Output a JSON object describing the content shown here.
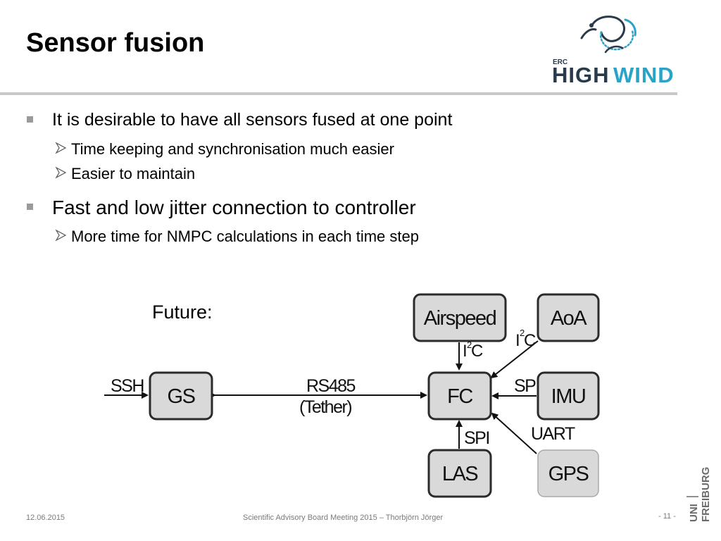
{
  "slide": {
    "title": "Sensor fusion"
  },
  "logo": {
    "small_text": "ERC",
    "text_dark": "HIGH",
    "text_blue": "WIND",
    "name": "highwind-logo"
  },
  "bullets": [
    {
      "text": "It is desirable to have all sensors fused at one point",
      "sub": [
        "Time keeping and synchronisation much easier",
        "Easier to maintain"
      ]
    },
    {
      "text": "Fast and low jitter connection to controller",
      "sub": [
        "More time for NMPC calculations in each time step"
      ]
    }
  ],
  "diagram": {
    "label": "Future:",
    "nodes": {
      "airspeed": "Airspeed",
      "aoa": "AoA",
      "gs": "GS",
      "fc": "FC",
      "imu": "IMU",
      "las": "LAS",
      "gps": "GPS"
    },
    "edges": {
      "ssh": "SSH",
      "rs485": "RS485",
      "tether": "(Tether)",
      "i2c_base": "I",
      "i2c_sup": "2",
      "i2c_end": "C",
      "spi_imu": "SPI",
      "spi_las": "SPI",
      "uart": "UART"
    }
  },
  "footer": {
    "date": "12.06.2015",
    "center": "Scientific Advisory Board Meeting 2015 – Thorbjörn Jörger",
    "page": "- 11 -",
    "uni_top": "UNI",
    "uni_bottom": "FREIBURG"
  },
  "colors": {
    "box_fill": "#d9d9d9",
    "box_stroke": "#2b2b2b",
    "rule": "#c8c8c8",
    "logo_blue": "#2aa3c9",
    "logo_dark": "#2a3a4a"
  }
}
